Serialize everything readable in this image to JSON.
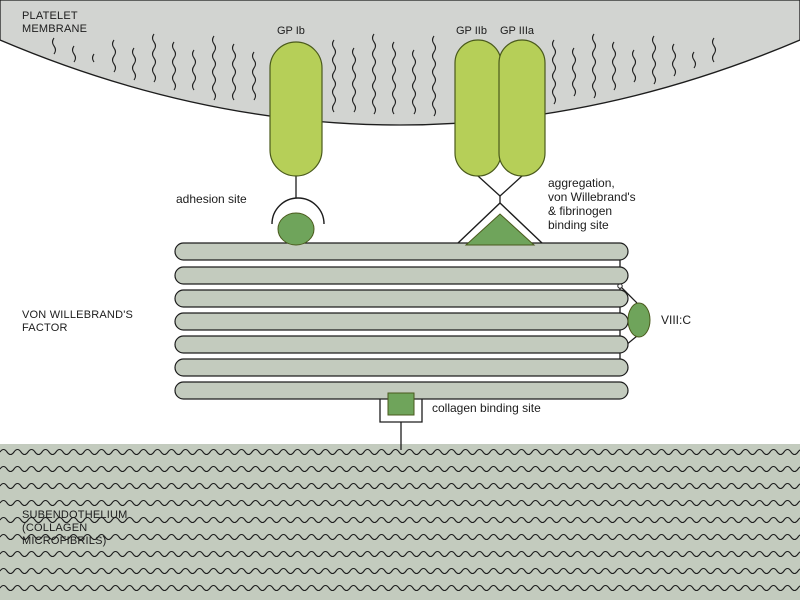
{
  "labels": {
    "platelet_membrane": "PLATELET\nMEMBRANE",
    "gp_ib": "GP Ib",
    "gp_iib": "GP IIb",
    "gp_iiia": "GP IIIa",
    "adhesion_site": "adhesion site",
    "aggregation_site": "aggregation,\nvon Willebrand's\n& fibrinogen\nbinding site",
    "vwf": "VON WILLEBRAND'S\nFACTOR",
    "viii_c": "VIII:C",
    "collagen_binding_site": "collagen binding site",
    "subendothelium": "SUBENDOTHELIUM\n(COLLAGEN\nMICROFIBRILS)"
  },
  "colors": {
    "membrane_fill": "#d2d4d1",
    "membrane_top": "#f0c6d0",
    "receptor_fill": "#b6cf58",
    "receptor_stroke": "#4a5a1c",
    "site_fill": "#6fa45b",
    "vwf_bar_fill": "#c3cbbe",
    "subendothelium_fill": "#c3cbbe",
    "line_color": "#1d1d1d"
  }
}
